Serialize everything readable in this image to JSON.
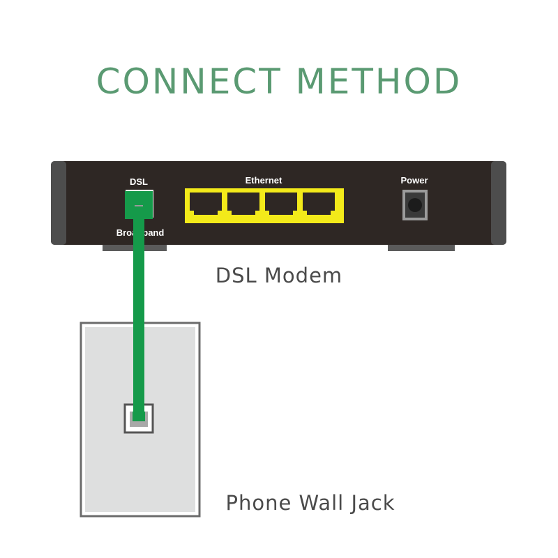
{
  "title": "CONNECT METHOD",
  "modem": {
    "caption": "DSL Modem",
    "dsl_label": "DSL",
    "broadband_label": "Broadband",
    "ethernet_label": "Ethernet",
    "power_label": "Power",
    "ethernet_port_count": 4
  },
  "wall_jack": {
    "caption": "Phone Wall Jack"
  },
  "colors": {
    "title": "#5a9a72",
    "caption": "#4a4a4a",
    "modem_body": "#2e2724",
    "modem_side": "#4a4a4a",
    "ethernet_highlight": "#f3ea1a",
    "cable": "#159a4a",
    "jack_plate": "#dedfdf"
  }
}
